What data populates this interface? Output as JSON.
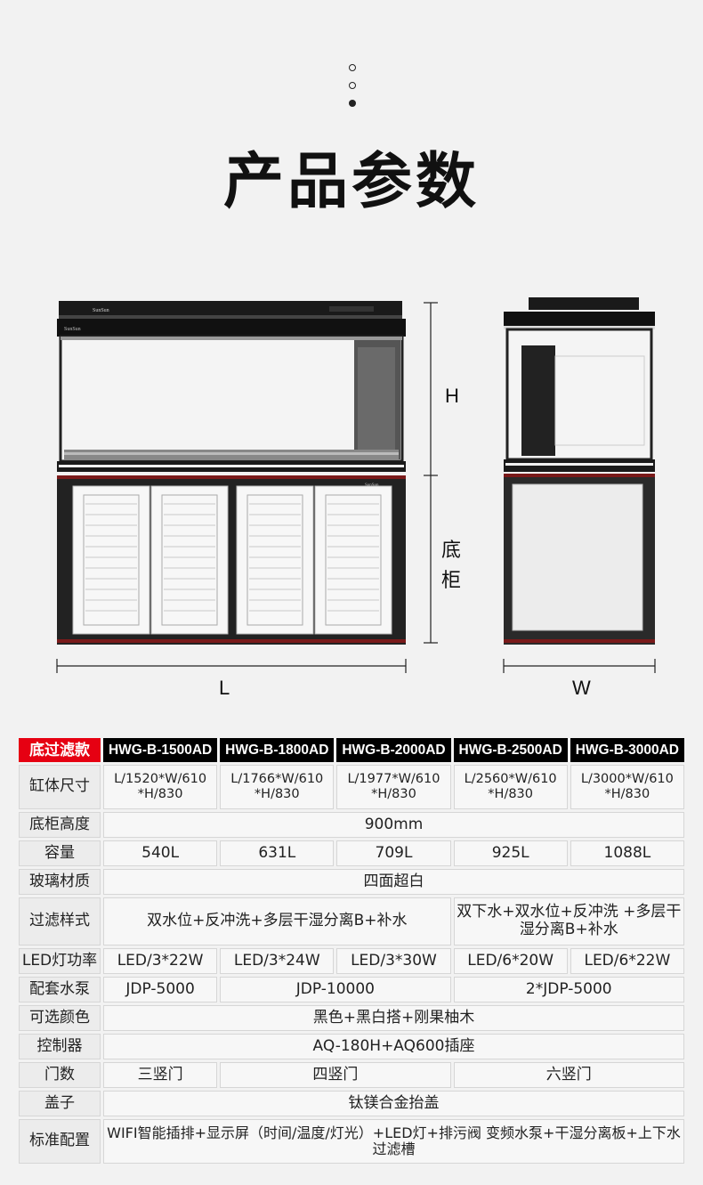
{
  "header": {
    "title": "产品参数"
  },
  "diagram": {
    "brand": "SunSun",
    "dimension_labels": {
      "height": "H",
      "cabinet": "底\n柜",
      "length": "L",
      "width": "W"
    }
  },
  "table": {
    "header_label": "底过滤款",
    "models": [
      "HWG-B-1500AD",
      "HWG-B-1800AD",
      "HWG-B-2000AD",
      "HWG-B-2500AD",
      "HWG-B-3000AD"
    ],
    "rows": {
      "tank_size": {
        "label": "缸体尺寸",
        "values": [
          "L/1520*W/610 *H/830",
          "L/1766*W/610 *H/830",
          "L/1977*W/610 *H/830",
          "L/2560*W/610 *H/830",
          "L/3000*W/610 *H/830"
        ]
      },
      "cabinet_height": {
        "label": "底柜高度",
        "value": "900mm"
      },
      "capacity": {
        "label": "容量",
        "values": [
          "540L",
          "631L",
          "709L",
          "925L",
          "1088L"
        ]
      },
      "glass": {
        "label": "玻璃材质",
        "value": "四面超白"
      },
      "filter": {
        "label": "过滤样式",
        "value_a": "双水位+反冲洗+多层干湿分离B+补水",
        "value_b": "双下水+双水位+反冲洗 +多层干湿分离B+补水"
      },
      "led": {
        "label": "LED灯功率",
        "values": [
          "LED/3*22W",
          "LED/3*24W",
          "LED/3*30W",
          "LED/6*20W",
          "LED/6*22W"
        ]
      },
      "pump": {
        "label": "配套水泵",
        "value_a": "JDP-5000",
        "value_b": "JDP-10000",
        "value_c": "2*JDP-5000"
      },
      "color": {
        "label": "可选颜色",
        "value": "黑色+黑白搭+刚果柚木"
      },
      "controller": {
        "label": "控制器",
        "value": "AQ-180H+AQ600插座"
      },
      "doors": {
        "label": "门数",
        "value_a": "三竖门",
        "value_b": "四竖门",
        "value_c": "六竖门"
      },
      "cover": {
        "label": "盖子",
        "value": "钛镁合金抬盖"
      },
      "standard": {
        "label": "标准配置",
        "value": "WIFI智能插排+显示屏（时间/温度/灯光）+LED灯+排污阀 变频水泵+干湿分离板+上下水过滤槽"
      }
    }
  },
  "colors": {
    "accent": "#e60012",
    "header_bg": "#000000",
    "cell_bg": "#f7f7f7",
    "page_bg": "#f2f2f2"
  }
}
